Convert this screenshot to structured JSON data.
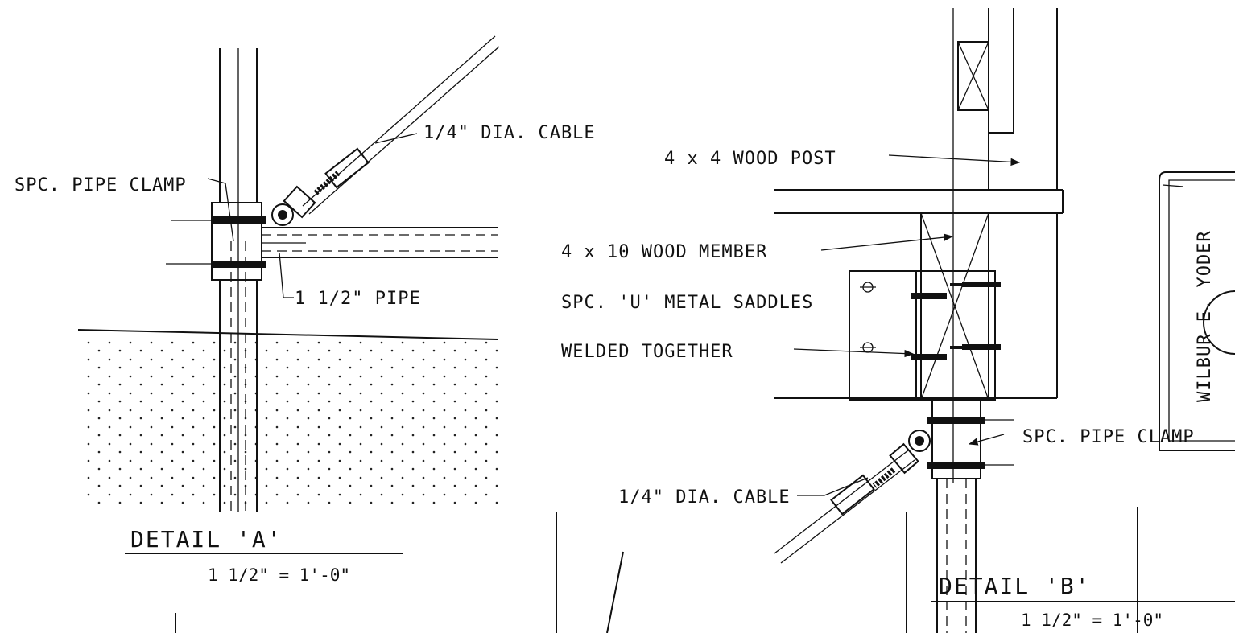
{
  "detail_a": {
    "label_cable": "1/4\" DIA. CABLE",
    "label_clamp": "SPC. PIPE CLAMP",
    "label_pipe": "1 1/2\" PIPE",
    "title": "DETAIL 'A'",
    "scale": "1 1/2\" = 1'-0\""
  },
  "detail_b": {
    "label_post": "4 x 4 WOOD POST",
    "label_member": "4 x 10 WOOD MEMBER",
    "label_saddles_line1": "SPC. 'U' METAL SADDLES",
    "label_saddles_line2": "WELDED TOGETHER",
    "label_clamp": "SPC. PIPE CLAMP",
    "label_cable": "1/4\" DIA. CABLE",
    "title": "DETAIL 'B'",
    "scale": "1 1/2\" = 1'-0\""
  },
  "stamp": {
    "name": "WILBUR E. YODER"
  }
}
